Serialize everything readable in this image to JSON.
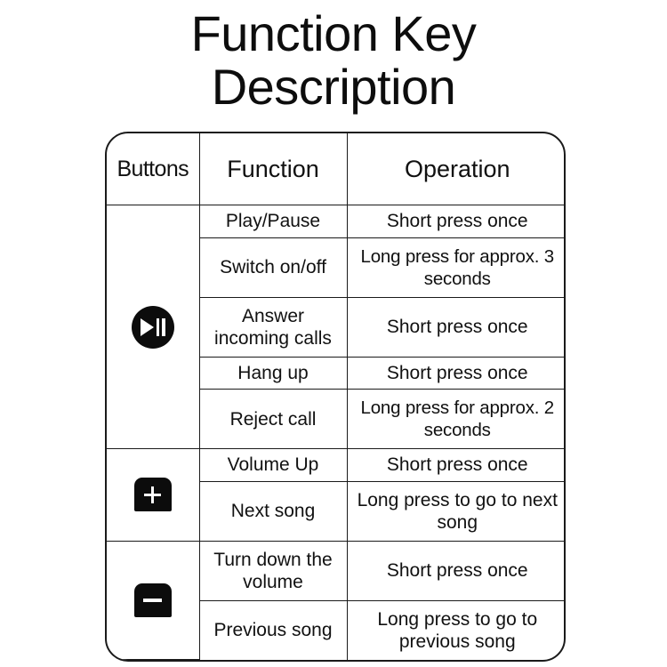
{
  "title": {
    "line1": "Function Key",
    "line2": "Description"
  },
  "table": {
    "headers": {
      "buttons": "Buttons",
      "function": "Function",
      "operation": "Operation"
    },
    "groups": [
      {
        "icon": "play-pause-icon",
        "rows": [
          {
            "function": "Play/Pause",
            "operation": "Short press once"
          },
          {
            "function": "Switch on/off",
            "operation": "Long press for approx. 3 seconds"
          },
          {
            "function": "Answer incoming calls",
            "operation": "Short press once"
          },
          {
            "function": "Hang up",
            "operation": "Short press once"
          },
          {
            "function": "Reject call",
            "operation": "Long press for approx. 2 seconds"
          }
        ]
      },
      {
        "icon": "plus-key-icon",
        "rows": [
          {
            "function": "Volume Up",
            "operation": "Short press once"
          },
          {
            "function": "Next song",
            "operation": "Long press to go to next song"
          }
        ]
      },
      {
        "icon": "minus-key-icon",
        "rows": [
          {
            "function": "Turn down the volume",
            "operation": "Short press once"
          },
          {
            "function": "Previous song",
            "operation": "Long press to go to previous song"
          }
        ]
      }
    ]
  },
  "colors": {
    "background": "#ffffff",
    "text": "#111111",
    "border": "#1a1a1a",
    "icon_fill": "#0c0c0c",
    "icon_glyph": "#ffffff"
  }
}
